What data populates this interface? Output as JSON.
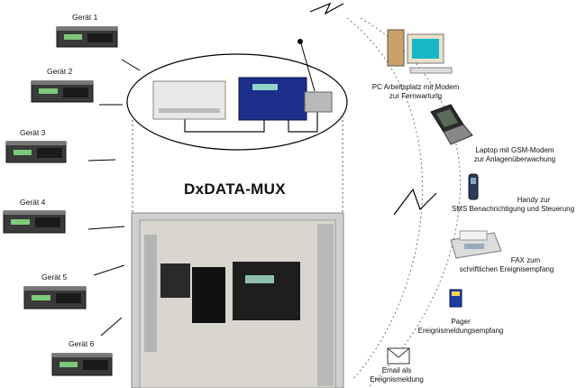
{
  "title": "DxDATA-MUX",
  "devices": [
    {
      "label": "Gerät 1"
    },
    {
      "label": "Gerät 2"
    },
    {
      "label": "Gerät 3"
    },
    {
      "label": "Gerät 4"
    },
    {
      "label": "Gerät 5"
    },
    {
      "label": "Gerät 6"
    }
  ],
  "targets": [
    {
      "line1": "PC Arbeitsplatz mit Modem",
      "line2": "zur Fernwartung",
      "icon": "pc-icon"
    },
    {
      "line1": "Laptop mit GSM-Modem",
      "line2": "zur Anlagenüberwachung",
      "icon": "laptop-icon"
    },
    {
      "line1": "Handy zur",
      "line2": "SMS Benachrichtigung und Steuerung",
      "icon": "mobile-phone-icon"
    },
    {
      "line1": "FAX zum",
      "line2": "schriftlichen Ereignisempfang",
      "icon": "fax-icon"
    },
    {
      "line1": "Pager",
      "line2": "Ereignismeldungsempfang",
      "icon": "pager-icon"
    },
    {
      "line1": "Email als",
      "line2": "Ereignismeldung",
      "icon": "envelope-icon"
    }
  ]
}
